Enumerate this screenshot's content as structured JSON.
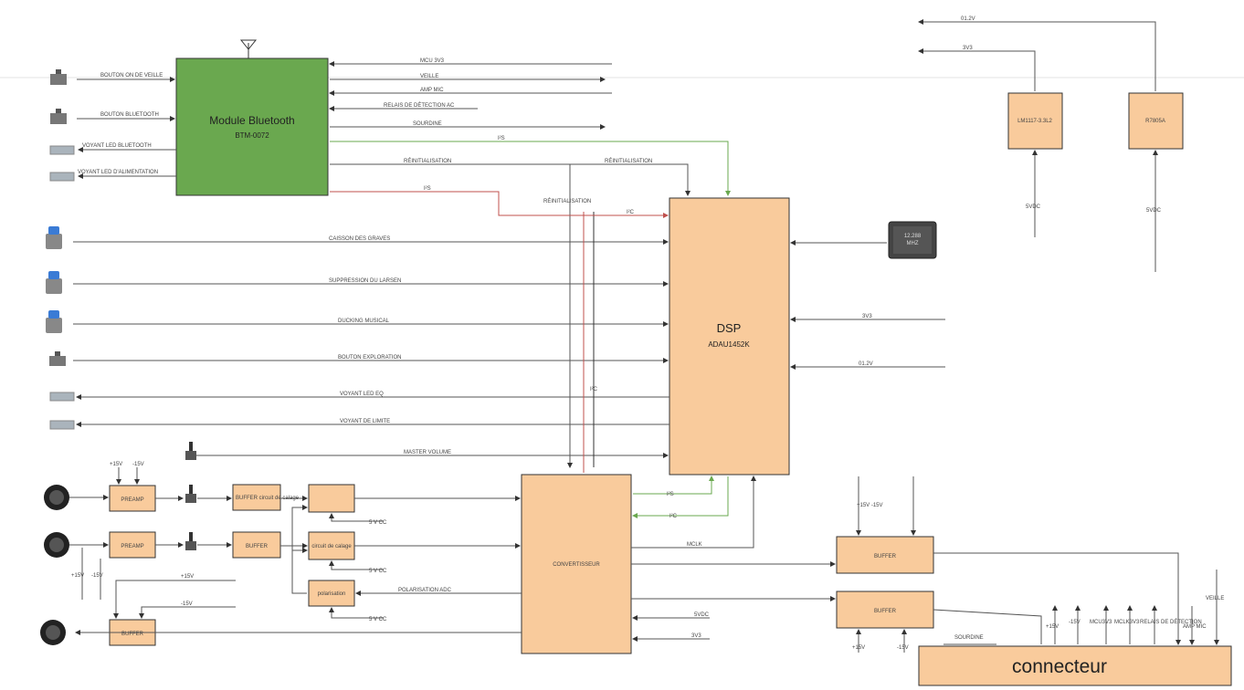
{
  "blocks": {
    "bt": {
      "title": "Module Bluetooth",
      "subtitle": "BTM-0072"
    },
    "dsp": {
      "title": "DSP",
      "subtitle": "ADAU1452K"
    },
    "crystal": {
      "line1": "12.288",
      "line2": "MHZ"
    },
    "lm": {
      "title": "LM1117-3.3L2"
    },
    "reg2": {
      "title": "R7805A"
    },
    "preamp1": {
      "title": "PREAMP"
    },
    "preamp2": {
      "title": "PREAMP"
    },
    "buffer_top": {
      "title": "BUFFER circuit de calage"
    },
    "buffer_mid": {
      "title": "BUFFER"
    },
    "calage_top": {
      "title": ""
    },
    "calage_mid": {
      "title": "circuit de calage"
    },
    "polar": {
      "title": "polarisation"
    },
    "buffer_out": {
      "title": "BUFFER"
    },
    "codec": {
      "title": "CONVERTISSEUR"
    },
    "buffer_r1": {
      "title": "BUFFER"
    },
    "buffer_r2": {
      "title": "BUFFER"
    },
    "connecteur": {
      "title": "connecteur"
    }
  },
  "left_labels": {
    "b1": "BOUTON ON DE VEILLE",
    "b2": "BOUTON BLUETOOTH",
    "v1": "VOYANT LED BLUETOOTH",
    "v2": "VOYANT LED D'ALIMENTATION"
  },
  "signals": {
    "mcu": "MCU 3V3",
    "veille": "VEILLE",
    "ampmic": "AMP MIC",
    "relais": "RELAIS DE DÉTECTION AC",
    "sourdine": "SOURDINE",
    "i2s": "I²S",
    "reinit": "RÉINITIALISATION",
    "reinit2": "RÉINITIALISATION",
    "reinit3": "RÉINITIALISATION",
    "i2s_red": "I²S",
    "i2c": "I²C",
    "i2c_v": "I²C",
    "caisson": "CAISSON DES GRAVES",
    "larsen": "SUPPRESSION DU LARSEN",
    "ducking": "DUCKING MUSICAL",
    "boutonexp": "BOUTON EXPLORATION",
    "ledeq": "VOYANT LED EQ",
    "limite": "VOYANT DE LIMITE",
    "master": "MASTER VOLUME",
    "v3v3": "3V3",
    "v12": "01.2V",
    "top12": "01.2V",
    "top3v3": "3V3",
    "in5a": "5VDC",
    "in5b": "5VDC",
    "p15a": "+15V",
    "p15b": "-15V",
    "p15c": "+15V",
    "p15d": "-15V",
    "p15e": "+15V",
    "p15f": "-15V",
    "cc1": "5 V CC",
    "cc2": "5 V CC",
    "cc3": "5 V CC",
    "polar_adc": "POLARISATION ADC",
    "i2s_b": "I²S",
    "i2c_b": "I²C",
    "mclk": "MCLK",
    "v5vdc": "5VDC",
    "v3v3b": "3V3",
    "br_pm": "+15V -15V",
    "br_a": "+15V",
    "br_b": "-15V",
    "c_sourdine": "SOURDINE",
    "c_p15": "+15V",
    "c_m15": "-15V",
    "c_mcu": "MCU3V3",
    "c_mclk": "MCLK3V3",
    "c_relais": "RELAIS DE DÉTECTION",
    "c_amp": "AMP MIC",
    "c_veille": "VEILLE"
  }
}
